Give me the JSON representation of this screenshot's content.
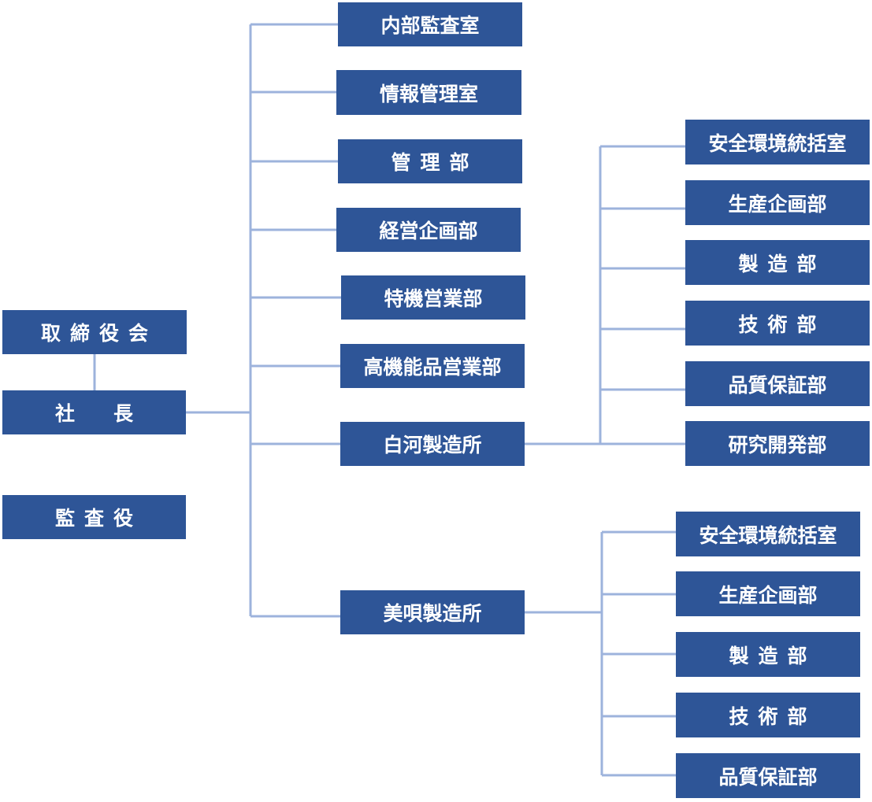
{
  "line_color": "#9db3dc",
  "box_color": "#2e5597",
  "executive": {
    "board": "取締役会",
    "president": "社　長",
    "auditor": "監査役"
  },
  "departments": {
    "internal_audit": "内部監査室",
    "info_mgmt": "情報管理室",
    "admin": "管理部",
    "corp_planning": "経営企画部",
    "special_sales": "特機営業部",
    "hifunc_sales": "高機能品営業部",
    "shirakawa": "白河製造所",
    "bibai": "美唄製造所"
  },
  "shirakawa_units": [
    "安全環境統括室",
    "生産企画部",
    "製造部",
    "技術部",
    "品質保証部",
    "研究開発部"
  ],
  "bibai_units": [
    "安全環境統括室",
    "生産企画部",
    "製造部",
    "技術部",
    "品質保証部"
  ]
}
